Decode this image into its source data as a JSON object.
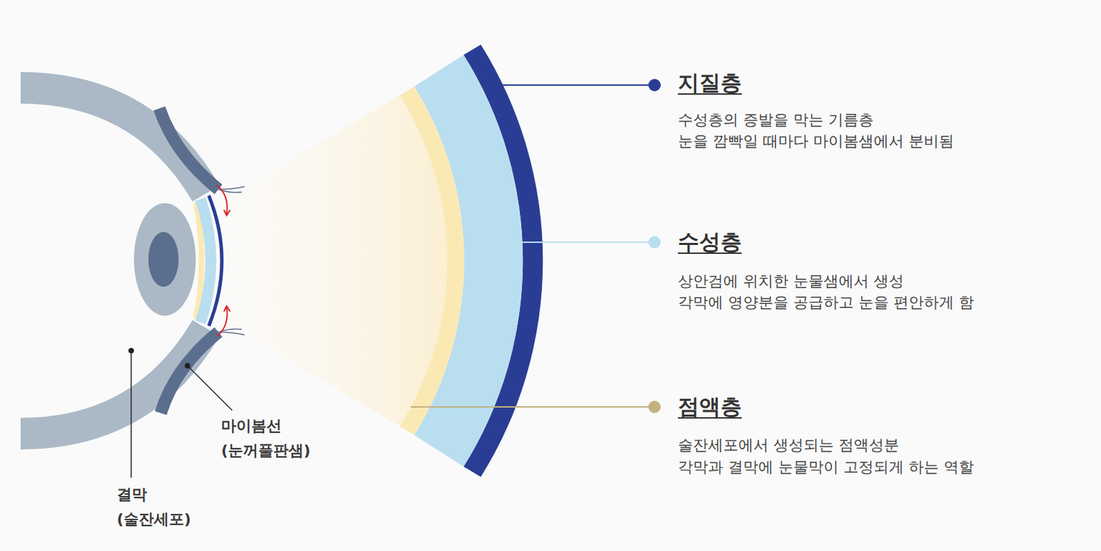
{
  "diagram": {
    "labels": [
      "지질층",
      "수성층의 증발을 막는 기름층",
      "눈을 깜빡일 때마다 마이봄샘에서 분비됨",
      "수성층",
      "상안검에 위치한 눈물샘에서 생성",
      "각막에 영양분을 공급하고 눈을 편안하게 함",
      "점액층",
      "술잔세포에서 생성되는 점액성분",
      "각막과 결막에 눈물막이 고정되게 하는 역할",
      "마이봄선",
      "(눈꺼풀판샘)",
      "결막",
      "(술잔세포)"
    ]
  }
}
